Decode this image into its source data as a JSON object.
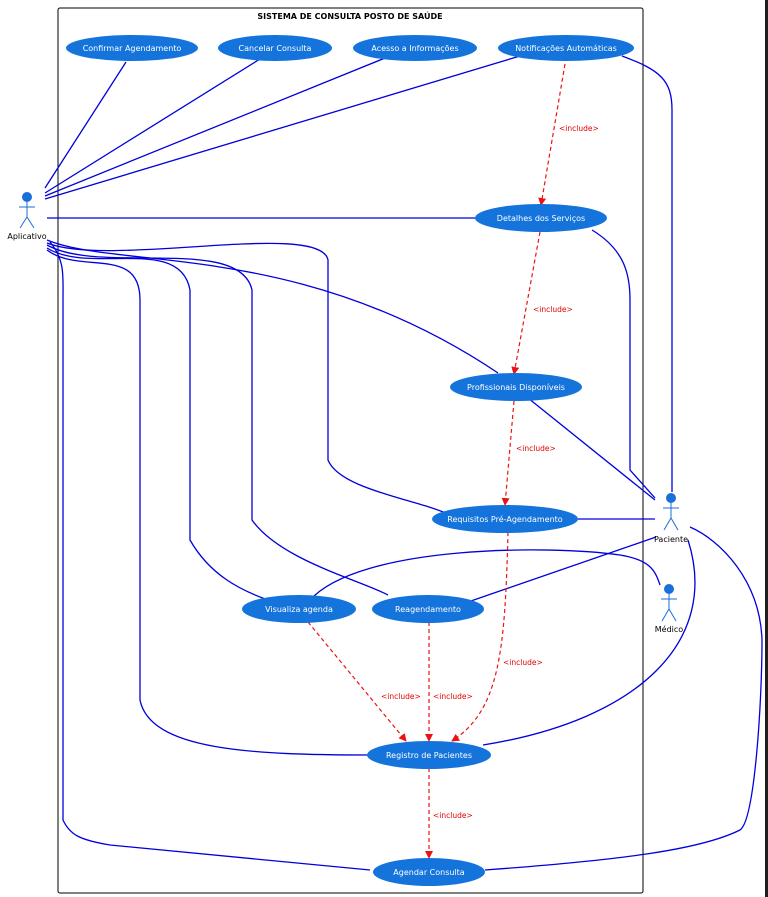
{
  "system": {
    "title": "SISTEMA DE CONSULTA POSTO DE SAÚDE"
  },
  "colors": {
    "usecase_fill": "#1474dc",
    "usecase_text": "#ffffff",
    "association": "#0000dd",
    "include": "#ee1111",
    "actor": "#1a6fd8"
  },
  "actors": {
    "aplicativo": "Aplicativo",
    "paciente": "Paciente",
    "medico": "Médico"
  },
  "usecases": {
    "confirmar": "Confirmar Agendamento",
    "cancelar": "Cancelar Consulta",
    "acesso": "Acesso a Informações",
    "notificacoes": "Notificações Automáticas",
    "detalhes": "Detalhes dos Serviços",
    "profissionais": "Profissionais Disponíveis",
    "requisitos": "Requisitos Pré-Agendamento",
    "visualiza": "Visualiza agenda",
    "reagendamento": "Reagendamento",
    "registro": "Registro de Pacientes",
    "agendar": "Agendar Consulta"
  },
  "include_label": "<include>"
}
